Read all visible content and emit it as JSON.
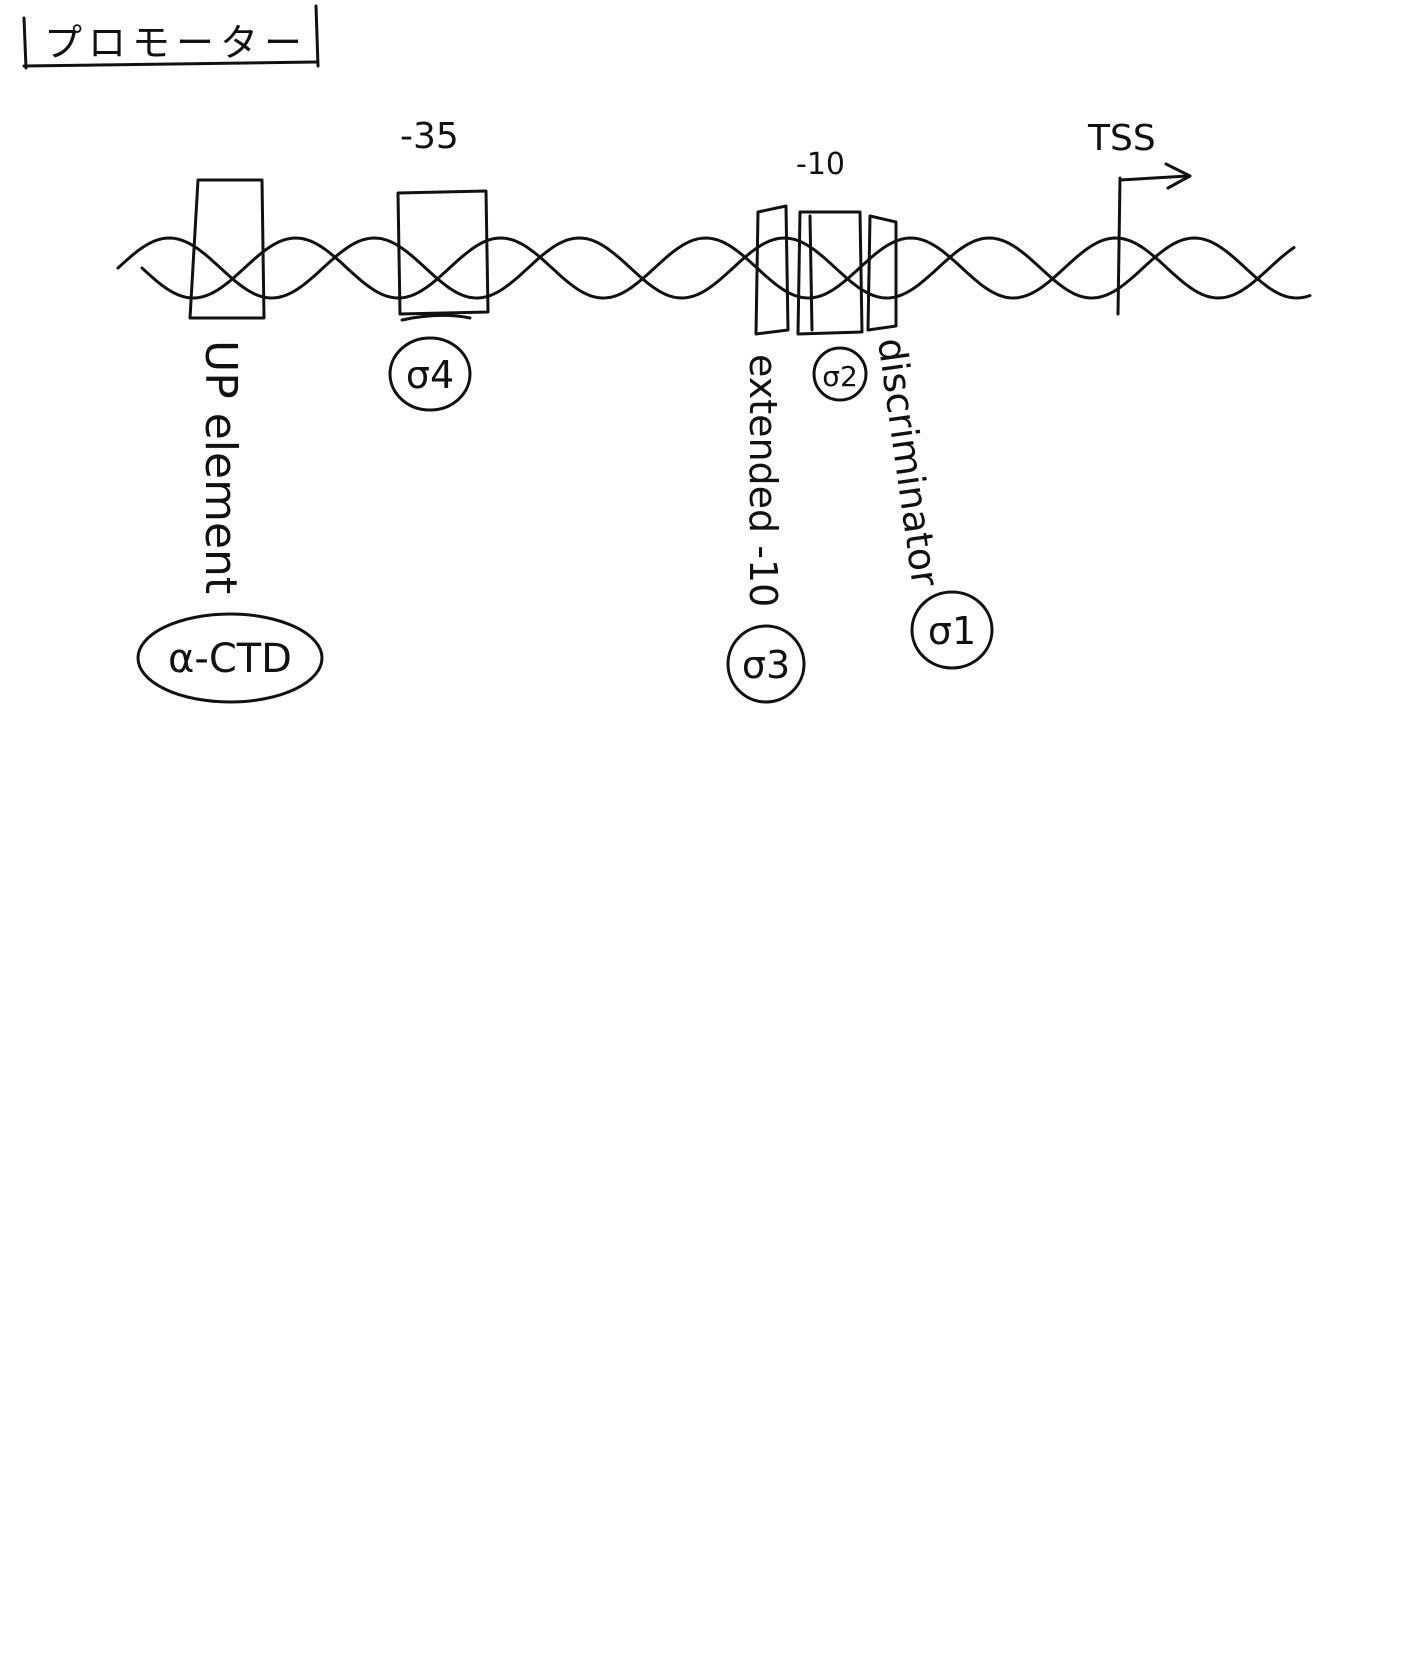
{
  "title": "プロモーター",
  "labels": {
    "minus35": "-35",
    "minus10": "-10",
    "tss": "TSS",
    "up_element": "UP element",
    "extended_minus10": "extended -10",
    "discriminator": "discriminator"
  },
  "binding_factors": {
    "alpha_ctd": "α-CTD",
    "sigma4": "σ4",
    "sigma3": "σ3",
    "sigma2": "σ2",
    "sigma1": "σ1"
  },
  "colors": {
    "ink": "#111111",
    "background": "#ffffff"
  }
}
